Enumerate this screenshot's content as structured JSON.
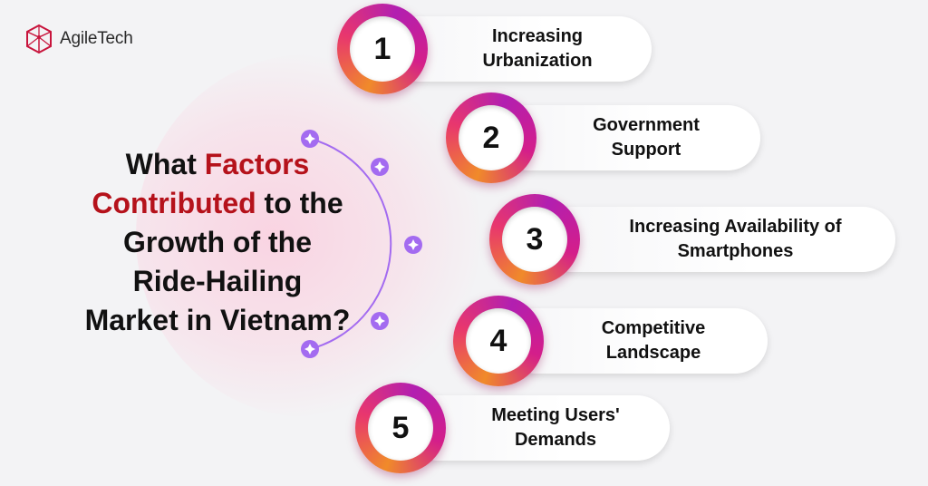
{
  "brand": {
    "name": "AgileTech"
  },
  "headline": {
    "line1_a": "What ",
    "line1_b": "Factors",
    "line2_a": "Contributed",
    "line2_b": " to the",
    "line3": "Growth of the",
    "line4": "Ride-Hailing",
    "line5": "Market in Vietnam?"
  },
  "factors": [
    {
      "number": "1",
      "line1": "Increasing",
      "line2": "Urbanization"
    },
    {
      "number": "2",
      "line1": "Government",
      "line2": "Support"
    },
    {
      "number": "3",
      "line1": "Increasing Availability of",
      "line2": "Smartphones"
    },
    {
      "number": "4",
      "line1": "Competitive",
      "line2": "Landscape"
    },
    {
      "number": "5",
      "line1": "Meeting Users'",
      "line2": "Demands"
    }
  ],
  "colors": {
    "accent_red": "#b5121b",
    "ring_gradient": [
      "#f08a2a",
      "#e8366e",
      "#b21fb0"
    ],
    "arc_purple": "#a36bf0"
  }
}
